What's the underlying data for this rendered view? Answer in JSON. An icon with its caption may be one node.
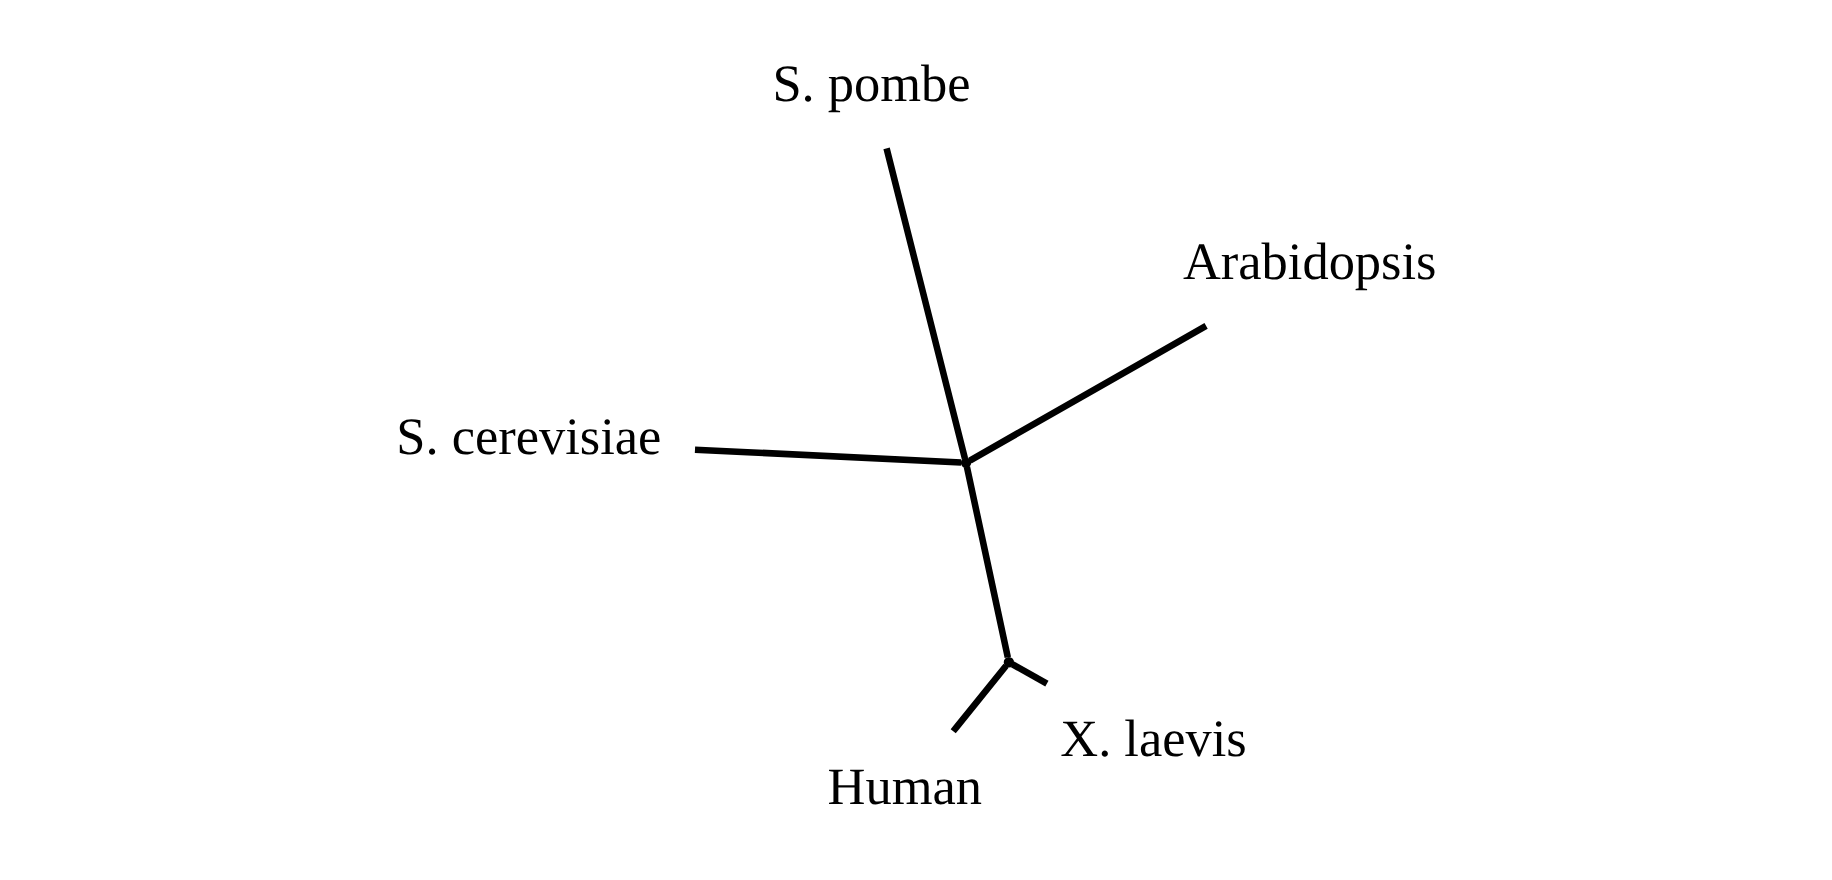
{
  "diagram": {
    "nodes": [
      {
        "text": [
          "Human"
        ]
      },
      {
        "text": [
          "X. laevis"
        ]
      },
      {
        "text": [],
        "shape": "point"
      },
      {
        "text": [],
        "shape": "point"
      },
      {
        "text": [
          "Arabidopsis"
        ]
      },
      {
        "text": [
          "S. pombe"
        ]
      },
      {
        "text": [
          "S. cerevisiae"
        ]
      }
    ],
    "edges": [
      {
        "from": 0,
        "to": 2,
        "arrow": "none"
      },
      {
        "from": 1,
        "to": 2,
        "arrow": "none"
      },
      {
        "from": 2,
        "to": 3,
        "arrow": "none"
      },
      {
        "from": 3,
        "to": 4,
        "arrow": "none"
      },
      {
        "from": 3,
        "to": 5,
        "arrow": "none"
      },
      {
        "from": 3,
        "to": 6,
        "arrow": "none"
      }
    ]
  }
}
